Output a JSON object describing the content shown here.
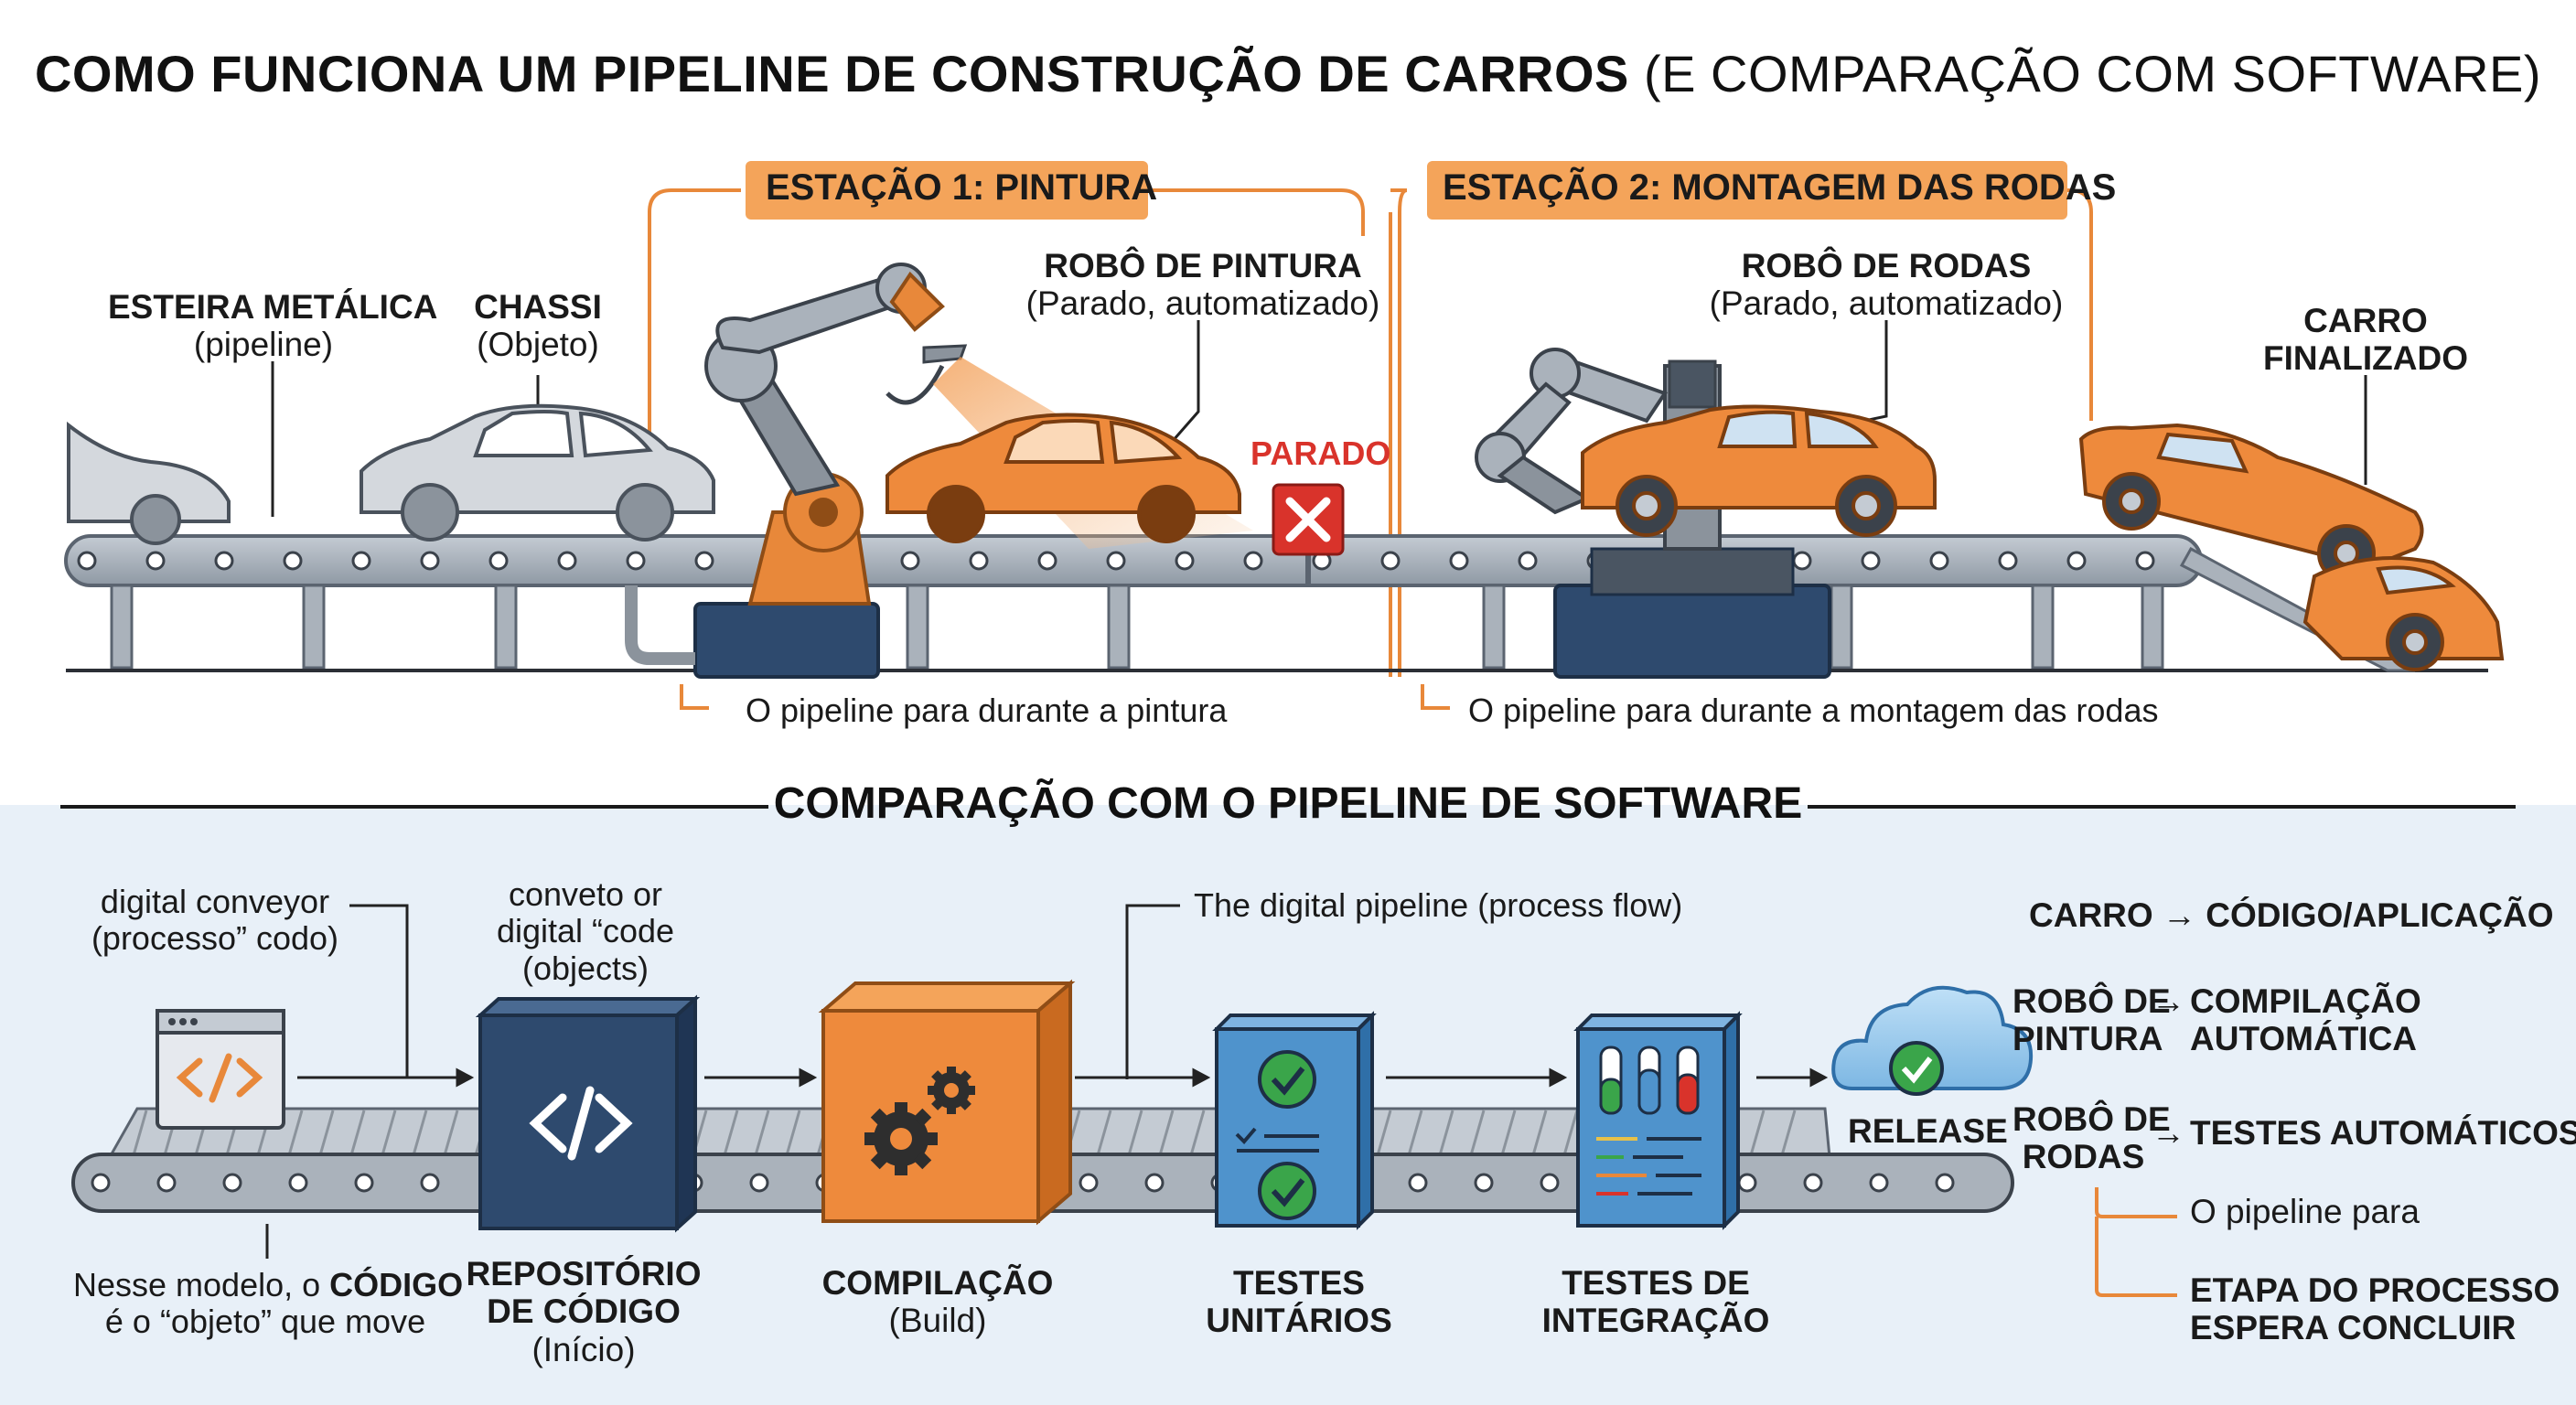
{
  "header": {
    "title_bold": "COMO FUNCIONA UM PIPELINE DE CONSTRUÇÃO DE CARROS",
    "title_rest": "(E COMPARAÇÃO COM SOFTWARE)"
  },
  "factory": {
    "station1": "ESTAÇÃO 1: PINTURA",
    "station2": "ESTAÇÃO 2: MONTAGEM DAS RODAS",
    "conveyor": {
      "title": "ESTEIRA METÁLICA",
      "sub": "(pipeline)"
    },
    "chassis": {
      "title": "CHASSI",
      "sub": "(Objeto)"
    },
    "paint_robot": {
      "title": "ROBÔ DE PINTURA",
      "sub": "(Parado, automatizado)"
    },
    "wheel_robot": {
      "title": "ROBÔ DE RODAS",
      "sub": "(Parado, automatizado)"
    },
    "finished_line1": "CARRO",
    "finished_line2": "FINALIZADO",
    "stop_label": "PARADO",
    "stop_icon": "x-icon",
    "note1": "O pipeline para durante a pintura",
    "note2": "O pipeline para durante a montagem das rodas"
  },
  "software": {
    "section_title": "COMPARAÇÃO COM O PIPELINE DE SOFTWARE",
    "ann1_l1": "digital conveyor",
    "ann1_l2": "(processo” codo)",
    "ann2_l1": "conveto or",
    "ann2_l2": "digital “code",
    "ann2_l3": "(objects)",
    "ann3": "The digital pipeline (process flow)",
    "code_l1_pre": "Nesse modelo, o ",
    "code_l1_bold": "CÓDIGO",
    "code_l2": "é o “objeto” que move",
    "repo_l1": "REPOSITÓRIO",
    "repo_l2": "DE CÓDIGO",
    "repo_l3": "(Início)",
    "build_l1": "COMPILAÇÃO",
    "build_l2": "(Build)",
    "unit_l1": "TESTES",
    "unit_l2": "UNITÁRIOS",
    "integ_l1": "TESTES DE",
    "integ_l2": "INTEGRAÇÃO",
    "release": "RELEASE",
    "mapping": {
      "m1_left": "CARRO",
      "m1_right": "CÓDIGO/APLICAÇÃO",
      "m2_left_l1": "ROBÔ DE",
      "m2_left_l2": "PINTURA",
      "m2_right_l1": "COMPILAÇÃO",
      "m2_right_l2": "AUTOMÁTICA",
      "m3_left_l1": "ROBÔ DE",
      "m3_left_l2": "RODAS",
      "m3_right": "TESTES AUTOMÁTICOS",
      "arrow": "→",
      "note": "O pipeline para",
      "final_l1": "ETAPA DO PROCESSO",
      "final_l2": "ESPERA CONCLUIR"
    }
  },
  "colors": {
    "orange": "#e8883a",
    "navy": "#2e4a6e",
    "blue": "#4f93cc",
    "green": "#3aa54a",
    "red": "#d9332b",
    "bottom_bg": "#e8f0f8"
  }
}
